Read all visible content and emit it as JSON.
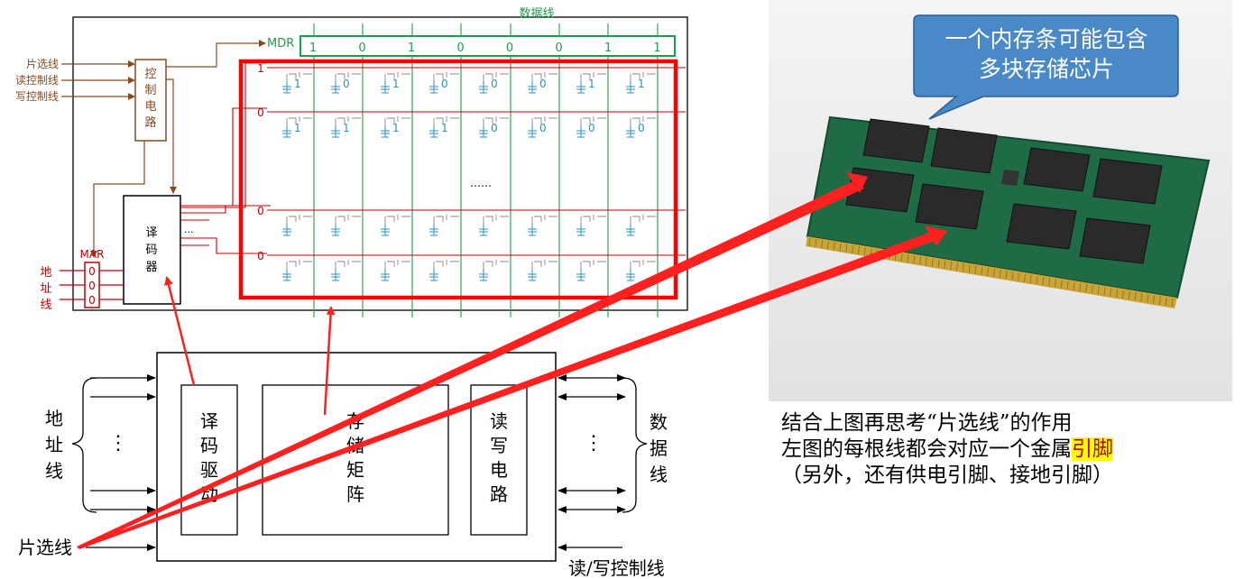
{
  "chip": {
    "data_lines_label": "数据线",
    "mdr_label": "MDR",
    "mdr_bits": [
      "1",
      "0",
      "1",
      "0",
      "0",
      "0",
      "1",
      "1"
    ],
    "control_lines": [
      "片选线",
      "读控制线",
      "写控制线"
    ],
    "control_circuit_label": [
      "控",
      "制",
      "电",
      "路"
    ],
    "decoder_label": [
      "译",
      "码",
      "器"
    ],
    "decoder_ellipsis": "...",
    "mar_label": "MAR",
    "mar_bits": [
      "0",
      "0",
      "0"
    ],
    "address_lines_label": [
      "地",
      "址",
      "线"
    ],
    "word_line_values": [
      "1",
      "0",
      "0",
      "0"
    ],
    "row1_bits": [
      "1",
      "0",
      "1",
      "0",
      "0",
      "0",
      "1",
      "1"
    ],
    "row2_bits": [
      "1",
      "1",
      "1",
      "1",
      "0",
      "0",
      "0",
      "0"
    ],
    "middle_ellipsis": "……"
  },
  "block_diagram": {
    "address_label": [
      "地",
      "址",
      "线"
    ],
    "decoder_driver": [
      "译",
      "码",
      "驱",
      "动"
    ],
    "storage_matrix": [
      "存",
      "储",
      "矩",
      "阵"
    ],
    "rw_circuit": [
      "读",
      "写",
      "电",
      "路"
    ],
    "data_label": [
      "数",
      "据",
      "线"
    ],
    "chip_select_label": "片选线",
    "rw_control_label": "读/写控制线",
    "ellipsis": "⋮"
  },
  "photo": {
    "callout_text": "一个内存条可能包含多块存储芯片",
    "callout_lines": [
      "一个内存条可能包含",
      "多块存储芯片"
    ]
  },
  "caption": {
    "line1": "结合上图再思考“片选线”的作用",
    "line2_prefix": "左图的每根线都会对应一个金属",
    "line2_highlight": "引脚",
    "line3": "（另外，还有供电引脚、接地引脚）"
  },
  "colors": {
    "control": "#8b4a1e",
    "mdr": "#1aa04a",
    "address": "#c00000",
    "highlight_box": "#ff0000",
    "arrow": "#ff2020",
    "callout_fill": "#4a89c8",
    "pcb": "#1f6b46",
    "chip": "#2a2a2a",
    "contacts": "#c9a438",
    "bit_text": "#3090c0"
  }
}
